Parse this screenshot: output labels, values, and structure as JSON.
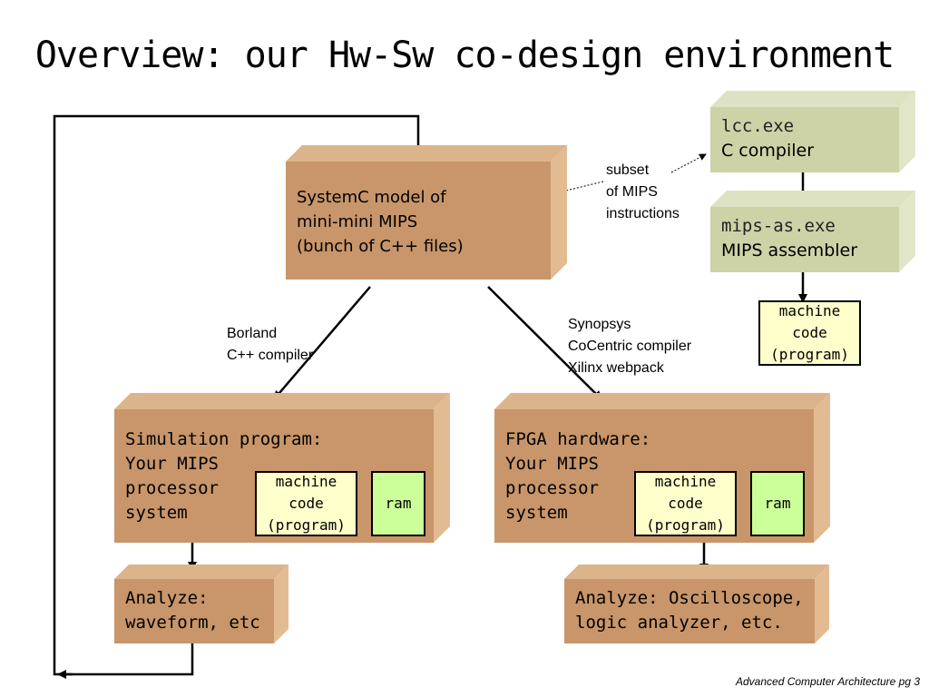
{
  "title": "Overview: our Hw-Sw co-design environment",
  "colors": {
    "brown_face": "#c8966a",
    "brown_top": "#dcb48c",
    "brown_side": "#e3bb92",
    "grey_face": "#cdd3a7",
    "grey_top": "#dde2c3",
    "grey_side": "#e1e6c9",
    "yellow": "#ffffcc",
    "green": "#ccff99"
  },
  "lcc": {
    "line1": "lcc.exe",
    "line2": "C compiler"
  },
  "mipsas": {
    "line1": "mips-as.exe",
    "line2": "MIPS assembler"
  },
  "systemc": {
    "line1": "SystemC model of",
    "line2": "mini-mini MIPS",
    "line3": "(bunch of C++ files)"
  },
  "subset_note": {
    "line1": "subset",
    "line2": "of MIPS",
    "line3": "instructions"
  },
  "machine_code_top": {
    "line1": "machine",
    "line2": "code",
    "line3": "(program)"
  },
  "borland_note": {
    "line1": "Borland",
    "line2": "C++ compiler"
  },
  "synopsys_note": {
    "line1": "Synopsys",
    "line2": "CoCentric compiler",
    "line3": "Xilinx webpack"
  },
  "sim": {
    "line1": "Simulation program:",
    "line2": "Your MIPS",
    "line3": "processor",
    "line4": "system",
    "mc1": "machine",
    "mc2": "code",
    "mc3": "(program)",
    "ram": "ram"
  },
  "fpga": {
    "line1": "FPGA hardware:",
    "line2": "Your MIPS",
    "line3": "processor",
    "line4": "system",
    "mc1": "machine",
    "mc2": "code",
    "mc3": "(program)",
    "ram": "ram"
  },
  "analyze_sim": {
    "line1": "Analyze:",
    "line2": "waveform, etc"
  },
  "analyze_fpga": {
    "line1": "Analyze: Oscilloscope,",
    "line2": "logic analyzer, etc."
  },
  "footer": "Advanced Computer Architecture  pg 3"
}
